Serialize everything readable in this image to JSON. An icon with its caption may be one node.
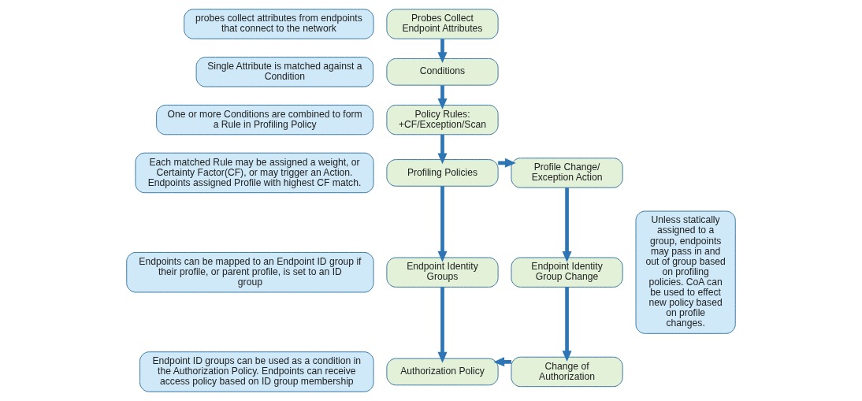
{
  "diagram": {
    "nodes": [
      {
        "text": [
          "probes collect attributes from endpoints that connect to the network"
        ]
      },
      {
        "text": [
          "Probes Collect Endpoint Attributes"
        ]
      },
      {
        "text": [
          "Single Attribute is matched against a Condition"
        ]
      },
      {
        "text": [
          "Conditions"
        ]
      },
      {
        "text": [
          "One or more Conditions are combined to form a Rule in Profiling Policy"
        ]
      },
      {
        "text": [
          "Policy Rules: +CF/Exception/Scan"
        ]
      },
      {
        "text": [
          "Each matched Rule may be assigned a weight, or Certainty Factor(CF), or may trigger an Action. Endpoints assigned Profile with highest CF match."
        ]
      },
      {
        "text": [
          "Profiling Policies"
        ]
      },
      {
        "text": [
          "Profile Change/ Exception Action"
        ]
      },
      {
        "text": [
          "Endpoints can be mapped to an Endpoint ID group if their profile, or parent profile, is set to an ID group"
        ]
      },
      {
        "text": [
          "Endpoint Identity Groups"
        ]
      },
      {
        "text": [
          "Endpoint Identity Group Change"
        ]
      },
      {
        "text": [
          "Endpoint ID groups can be used as a condition in the Authorization Policy. Endpoints can receive access policy based on ID group membership"
        ]
      },
      {
        "text": [
          "Authorization Policy"
        ]
      },
      {
        "text": [
          "Change of Authorization"
        ]
      },
      {
        "text": [
          "Unless statically assigned to a group, endpoints may pass in and out of group based on profiling policies. CoA can be used to effect new policy based on profile changes."
        ]
      }
    ],
    "edges": [
      {
        "from": 1,
        "to": 3,
        "arrow": "to"
      },
      {
        "from": 3,
        "to": 5,
        "arrow": "to"
      },
      {
        "from": 5,
        "to": 7,
        "arrow": "to"
      },
      {
        "from": 7,
        "to": 8,
        "arrow": "to"
      },
      {
        "from": 7,
        "to": 10,
        "arrow": "to"
      },
      {
        "from": 8,
        "to": 11,
        "arrow": "to"
      },
      {
        "from": 10,
        "to": 13,
        "arrow": "to"
      },
      {
        "from": 11,
        "to": 14,
        "arrow": "to"
      },
      {
        "from": 14,
        "to": 13,
        "arrow": "to"
      }
    ]
  }
}
